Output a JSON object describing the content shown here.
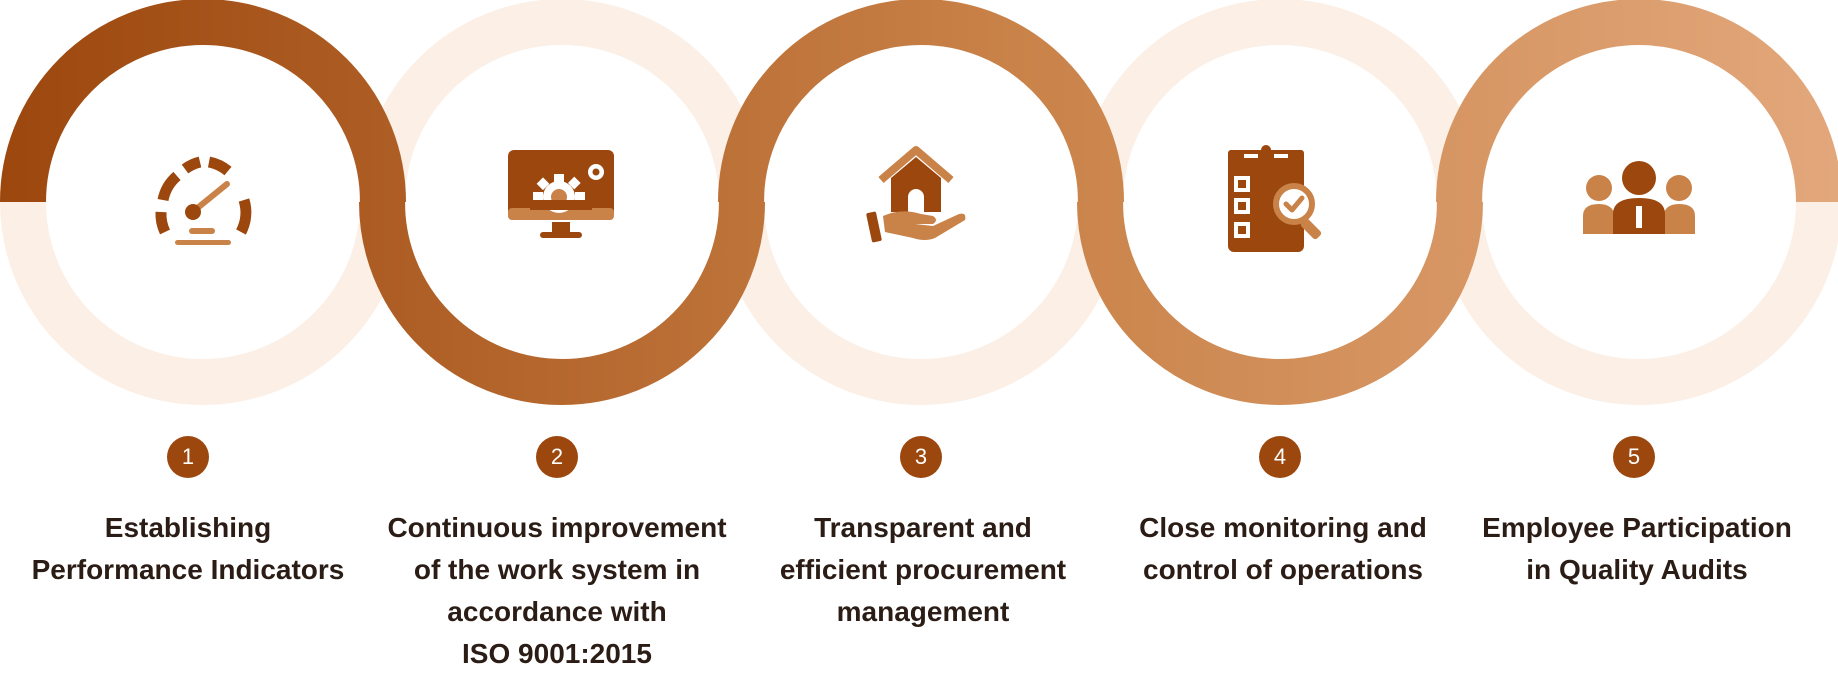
{
  "steps": [
    {
      "number": "1",
      "label": "Establishing\nPerformance Indicators",
      "icon": "speedometer-icon"
    },
    {
      "number": "2",
      "label": "Continuous improvement\nof the work system in\naccordance with\nISO 9001:2015",
      "icon": "monitor-gear-icon"
    },
    {
      "number": "3",
      "label": "Transparent and\nefficient procurement\nmanagement",
      "icon": "hand-house-icon"
    },
    {
      "number": "4",
      "label": "Close monitoring and\ncontrol of operations",
      "icon": "checklist-magnifier-icon"
    },
    {
      "number": "5",
      "label": "Employee Participation\nin Quality Audits",
      "icon": "team-icon"
    }
  ],
  "colors": {
    "dark": "#9c470e",
    "light": "#e2a77b",
    "pale_ring": "#fbefe6",
    "text": "#2b1d16"
  }
}
